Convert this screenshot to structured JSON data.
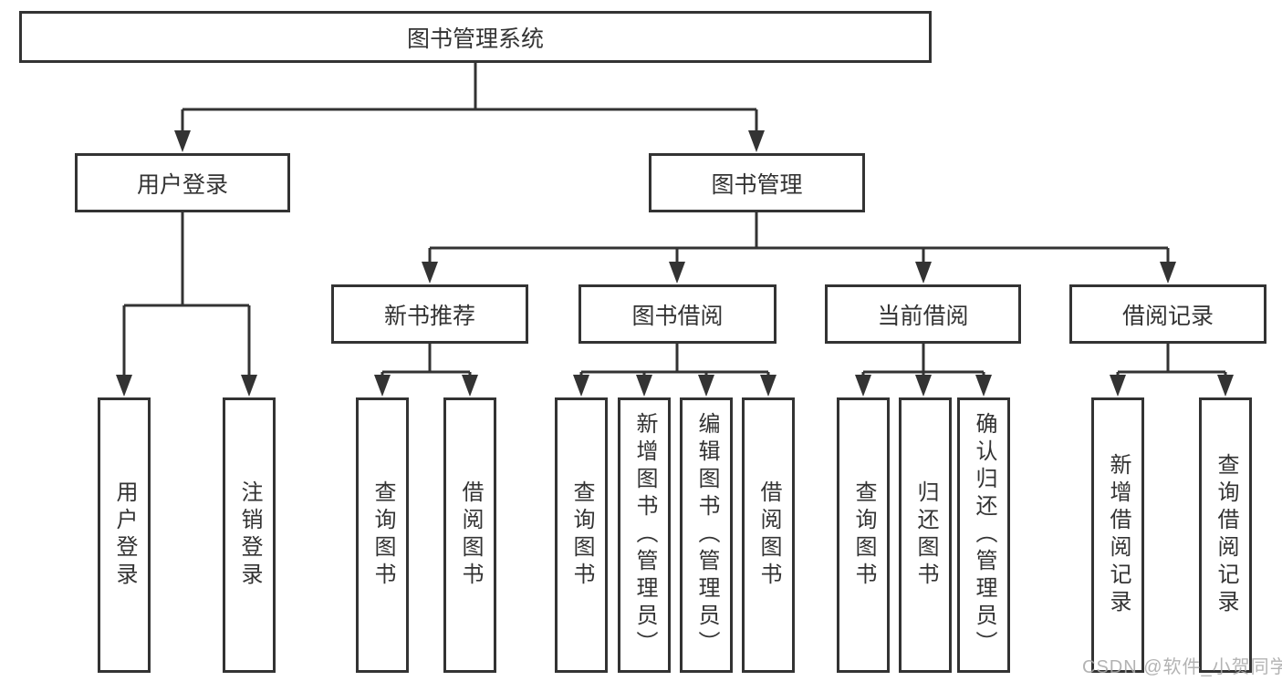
{
  "diagram_title": "图书管理系统",
  "tree": {
    "root": {
      "label": "图书管理系统",
      "children": [
        {
          "label": "用户登录",
          "children": [
            {
              "label": "用户登录"
            },
            {
              "label": "注销登录"
            }
          ]
        },
        {
          "label": "图书管理",
          "children": [
            {
              "label": "新书推荐",
              "children": [
                {
                  "label": "查询图书"
                },
                {
                  "label": "借阅图书"
                }
              ]
            },
            {
              "label": "图书借阅",
              "children": [
                {
                  "label": "查询图书"
                },
                {
                  "label": "新增图书（管理员）"
                },
                {
                  "label": "编辑图书（管理员）"
                },
                {
                  "label": "借阅图书"
                }
              ]
            },
            {
              "label": "当前借阅",
              "children": [
                {
                  "label": "查询图书"
                },
                {
                  "label": "归还图书"
                },
                {
                  "label": "确认归还（管理员）"
                }
              ]
            },
            {
              "label": "借阅记录",
              "children": [
                {
                  "label": "新增借阅记录"
                },
                {
                  "label": "查询借阅记录"
                }
              ]
            }
          ]
        }
      ]
    }
  },
  "watermark": {
    "text": "CSDN @软件_小贺同学"
  },
  "colors": {
    "line": "#333333",
    "box_border": "#333333",
    "box_fill": "#ffffff",
    "text": "#333333",
    "watermark": "#a8a8a8",
    "background": "#ffffff"
  }
}
